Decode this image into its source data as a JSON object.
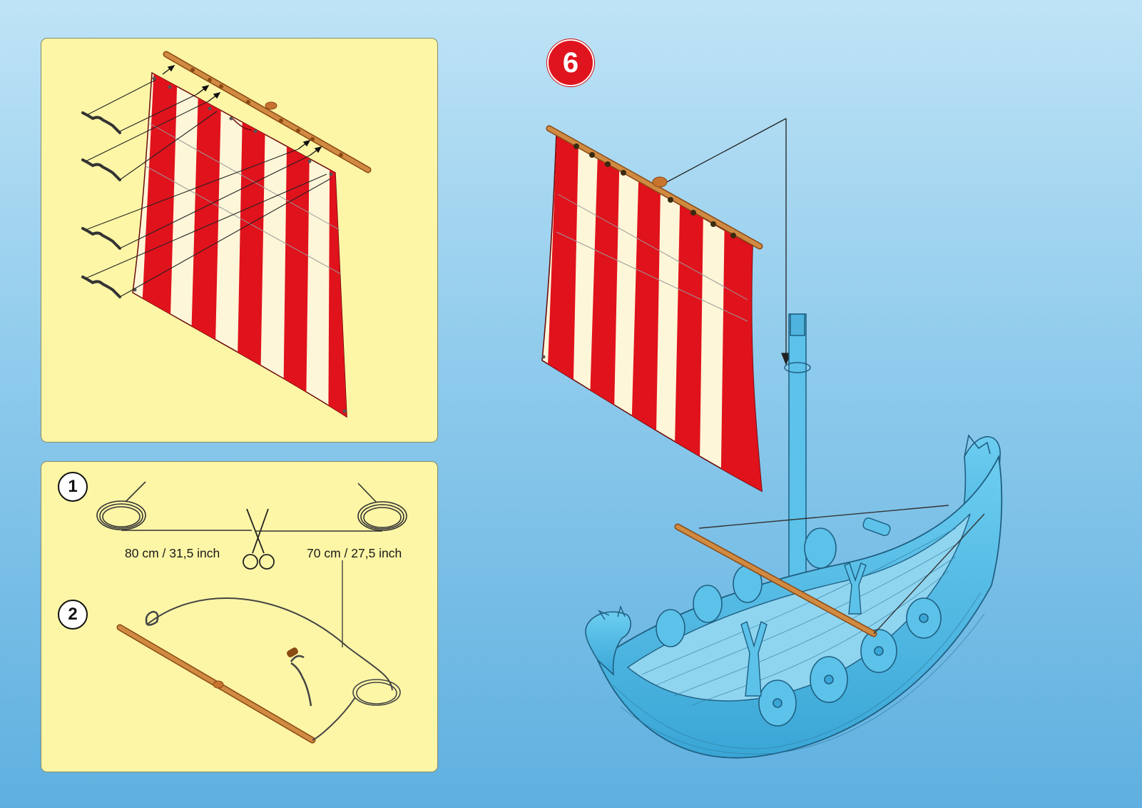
{
  "step": {
    "number": "6",
    "substep_1": "1",
    "substep_2": "2"
  },
  "measurements": {
    "left": "80 cm / 31,5 inch",
    "right": "70 cm /  27,5 inch"
  },
  "colors": {
    "sail_red": "#e0121c",
    "sail_cream": "#fdf6d8",
    "yard_wood": "#c8742e",
    "ship_blue": "#4fb9e3",
    "panel_bg": "#fdf6a6",
    "step_badge": "#e0141e"
  },
  "icons": [
    "scissors-icon",
    "rope-coil-icon",
    "arrow-icon"
  ]
}
